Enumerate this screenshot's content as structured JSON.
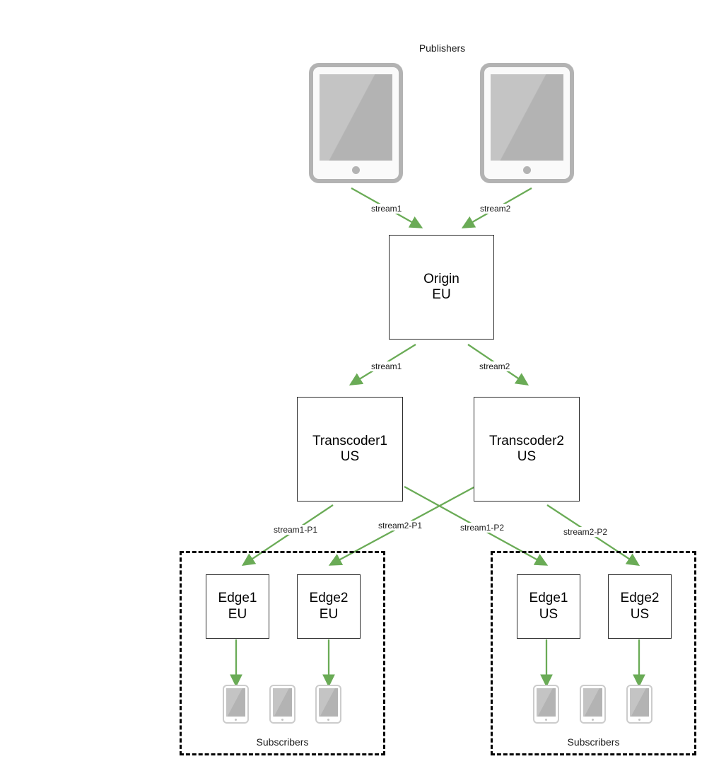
{
  "diagram": {
    "title_publishers": "Publishers",
    "colors": {
      "arrow_green": "#6aab56",
      "box_border": "#2b2b2b",
      "group_border": "#000000",
      "device_gray": "#b3b3b3",
      "background": "#ffffff"
    }
  },
  "publishers": {
    "label": "Publishers",
    "devices": [
      {
        "name": "publisher-tablet-1"
      },
      {
        "name": "publisher-tablet-2"
      }
    ]
  },
  "nodes": {
    "origin": {
      "line1": "Origin",
      "line2": "EU"
    },
    "transcoder1": {
      "line1": "Transcoder1",
      "line2": "US"
    },
    "transcoder2": {
      "line1": "Transcoder2",
      "line2": "US"
    },
    "edge1_eu": {
      "line1": "Edge1",
      "line2": "EU"
    },
    "edge2_eu": {
      "line1": "Edge2",
      "line2": "EU"
    },
    "edge1_us": {
      "line1": "Edge1",
      "line2": "US"
    },
    "edge2_us": {
      "line1": "Edge2",
      "line2": "US"
    }
  },
  "groups": {
    "left": {
      "caption": "Subscribers"
    },
    "right": {
      "caption": "Subscribers"
    }
  },
  "flow_labels": {
    "pub1_to_origin": "stream1",
    "pub2_to_origin": "stream2",
    "origin_to_transcoder1": "stream1",
    "origin_to_transcoder2": "stream2",
    "transcoder1_to_edge1_eu": "stream1-P1",
    "transcoder2_to_edge2_eu": "stream2-P1",
    "transcoder1_to_edge1_us": "stream1-P2",
    "transcoder2_to_edge2_us": "stream2-P2"
  }
}
